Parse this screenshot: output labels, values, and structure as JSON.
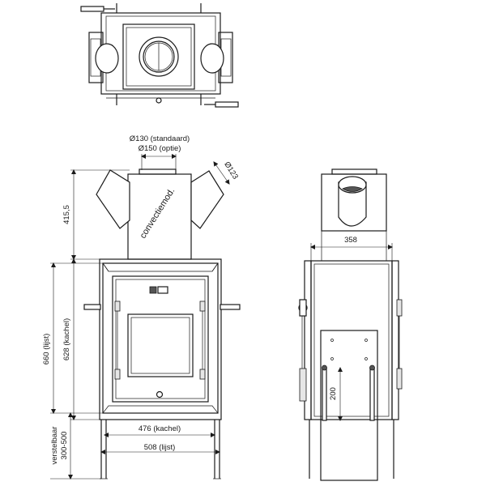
{
  "labels": {
    "flue_standard": "Ø130 (standaard)",
    "flue_option": "Ø150 (optie)",
    "convection_diameter": "Ø123",
    "convection_label": "convectiemod.",
    "height_top": "415,5",
    "height_frame": "660 (lijst)",
    "height_stove": "628 (kachel)",
    "legs_label_1": "verstelbaar",
    "legs_label_2": "300-500",
    "width_stove": "476 (kachel)",
    "width_frame": "508 (lijst)",
    "side_width": "358",
    "side_height": "200"
  }
}
